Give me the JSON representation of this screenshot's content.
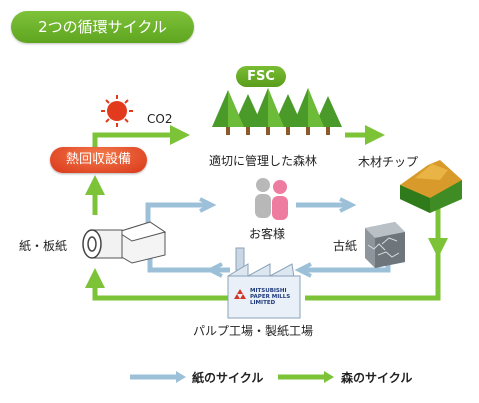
{
  "title": "2つの循環サイクル",
  "fsc": "FSC",
  "co2": "CO2",
  "labels": {
    "forest": "適切に管理した森林",
    "chips": "木材チップ",
    "heat": "熱回収設備",
    "paper": "紙・板紙",
    "customers": "お客様",
    "waste_paper": "古紙",
    "mill": "パルプ工場・製紙工場"
  },
  "mill_logo": [
    "MITSUBISHI",
    "PAPER MILLS",
    "LIMITED"
  ],
  "legend": {
    "paper_cycle": "紙のサイクル",
    "forest_cycle": "森のサイクル"
  },
  "colors": {
    "paper_cycle": "#9cc0d8",
    "forest_cycle": "#7cc338",
    "heat_facility": "#e0461f",
    "title_green": "#6cb22a"
  }
}
